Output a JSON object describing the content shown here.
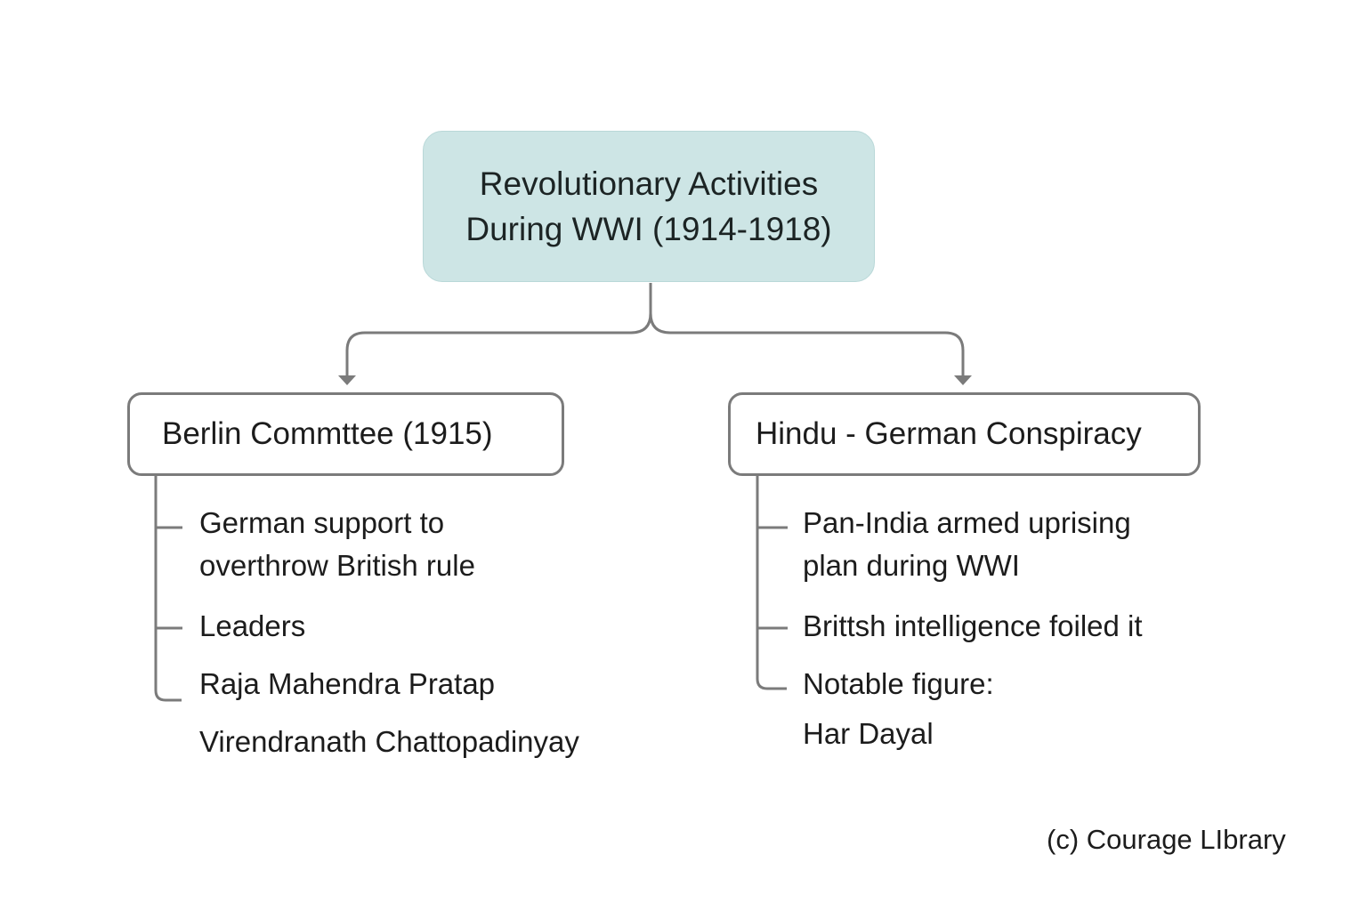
{
  "diagram": {
    "root": {
      "lines": [
        "Revolutionary Activities",
        "During WWI (1914-1918)"
      ]
    },
    "branches": [
      {
        "title": "Berlin Commttee (1915)",
        "items": [
          {
            "lines": [
              "German support to",
              "overthrow British rule"
            ]
          },
          {
            "lines": [
              "Leaders"
            ]
          },
          {
            "lines": [
              "Raja Mahendra Pratap"
            ]
          },
          {
            "lines": [
              "Virendranath Chattopadinyay"
            ]
          }
        ]
      },
      {
        "title": "Hindu - German Conspiracy",
        "items": [
          {
            "lines": [
              "Pan-India armed uprising",
              "plan during WWI"
            ]
          },
          {
            "lines": [
              "Brittsh intelligence foiled it"
            ]
          },
          {
            "lines": [
              "Notable figure:"
            ]
          },
          {
            "lines": [
              "Har Dayal"
            ]
          }
        ]
      }
    ]
  },
  "footer": {
    "copyright": "(c) Courage LIbrary"
  },
  "colors": {
    "root_fill": "#cde5e5",
    "root_border": "#b9d8d8",
    "connector": "#7b7b7b",
    "text": "#1c1c1c",
    "background": "#ffffff"
  }
}
